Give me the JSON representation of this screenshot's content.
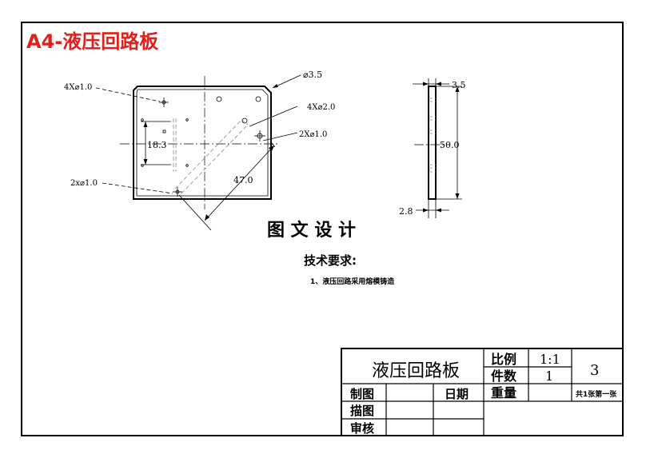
{
  "sheet_title": "A4-液压回路板",
  "watermark": "图 文 设 计",
  "front_view": {
    "callouts": {
      "holes_top_left": "4X⌀1.0",
      "corner_dia": "⌀3.5",
      "holes_right_a": "4X⌀2.0",
      "holes_right_b": "2X⌀1.0",
      "holes_bottom_left": "2x⌀1.0",
      "dim_vertical": "18.3",
      "dim_diagonal": "47.0"
    }
  },
  "side_view": {
    "dims": {
      "top_width": "3.5",
      "height": "50.0",
      "bottom_width": "2.8"
    }
  },
  "notes": {
    "heading": "技术要求:",
    "item_1": "1、液压回路采用熔模铸造"
  },
  "title_block": {
    "part_name": "液压回路板",
    "scale_label": "比例",
    "scale_value": "1:1",
    "qty_label": "件数",
    "qty_value": "1",
    "weight_label": "重量",
    "sheet_no": "3",
    "sheet_info": "共1张第一张",
    "drawn_label": "制图",
    "date_label": "日期",
    "traced_label": "描图",
    "checked_label": "审核"
  }
}
